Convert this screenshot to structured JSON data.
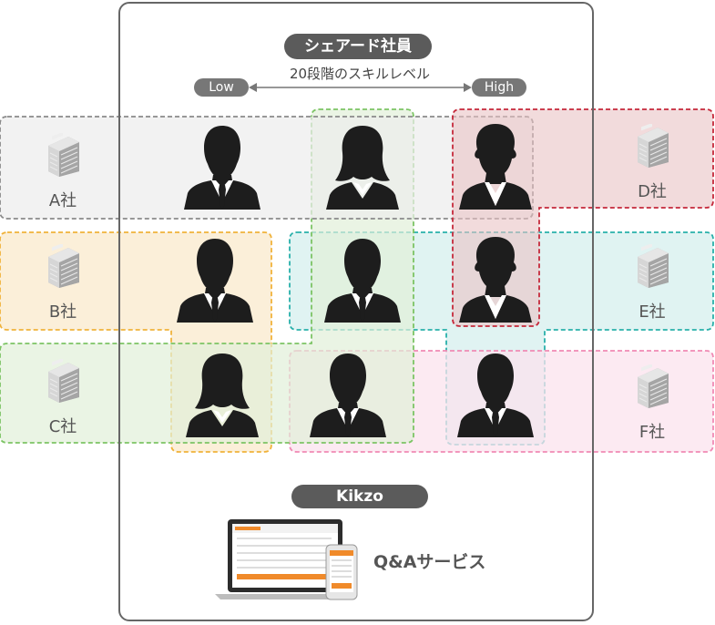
{
  "header": {
    "title": "シェアード社員",
    "skill_caption": "20段階のスキルレベル",
    "low_label": "Low",
    "high_label": "High"
  },
  "companies": [
    {
      "id": "a",
      "label": "A社",
      "color": "#8a8a8a"
    },
    {
      "id": "b",
      "label": "B社",
      "color": "#f0b23a"
    },
    {
      "id": "c",
      "label": "C社",
      "color": "#7cc464"
    },
    {
      "id": "d",
      "label": "D社",
      "color": "#c5283a"
    },
    {
      "id": "e",
      "label": "E社",
      "color": "#28b0aa"
    },
    {
      "id": "f",
      "label": "F社",
      "color": "#f08ab4"
    }
  ],
  "footer": {
    "brand": "Kikzo",
    "service_label": "Q&Aサービス"
  },
  "colors": {
    "pill_bg": "#5b5b5b",
    "frame": "#666666",
    "silhouette": "#1d1d1d"
  }
}
